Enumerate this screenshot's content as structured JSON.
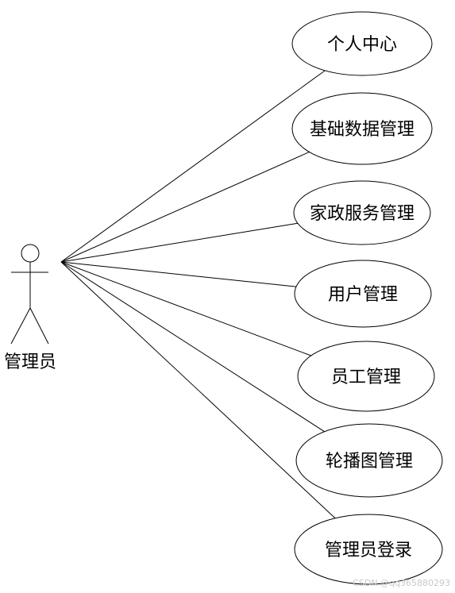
{
  "actor": {
    "name": "管理员"
  },
  "use_cases": [
    {
      "label": "个人中心"
    },
    {
      "label": "基础数据管理"
    },
    {
      "label": "家政服务管理"
    },
    {
      "label": "用户管理"
    },
    {
      "label": "员工管理"
    },
    {
      "label": "轮播图管理"
    },
    {
      "label": "管理员登录"
    }
  ],
  "watermark": "CSDN @qq365880293"
}
